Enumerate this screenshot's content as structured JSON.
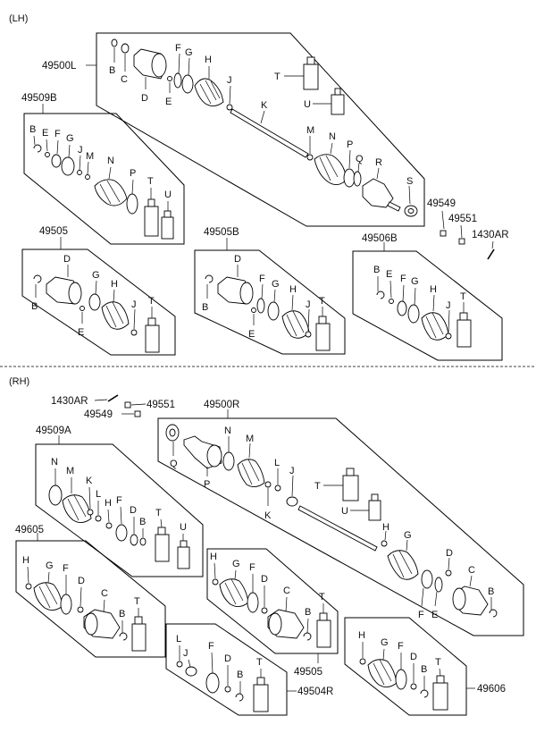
{
  "sections": {
    "lh": "(LH)",
    "rh": "(RH)"
  },
  "lh": {
    "p49500L": "49500L",
    "p49509B": "49509B",
    "p49505": "49505",
    "p49505B": "49505B",
    "p49506B": "49506B",
    "p49549": "49549",
    "p49551": "49551",
    "p1430AR": "1430AR"
  },
  "rh": {
    "p1430AR": "1430AR",
    "p49551": "49551",
    "p49549": "49549",
    "p49500R": "49500R",
    "p49509A": "49509A",
    "p49605": "49605",
    "p49505": "49505",
    "p49504R": "49504R",
    "p49606": "49606"
  },
  "letters": {
    "B": "B",
    "C": "C",
    "D": "D",
    "E": "E",
    "F": "F",
    "G": "G",
    "H": "H",
    "J": "J",
    "K": "K",
    "L": "L",
    "M": "M",
    "N": "N",
    "P": "P",
    "Q": "Q",
    "R": "R",
    "S": "S",
    "T": "T",
    "U": "U"
  }
}
